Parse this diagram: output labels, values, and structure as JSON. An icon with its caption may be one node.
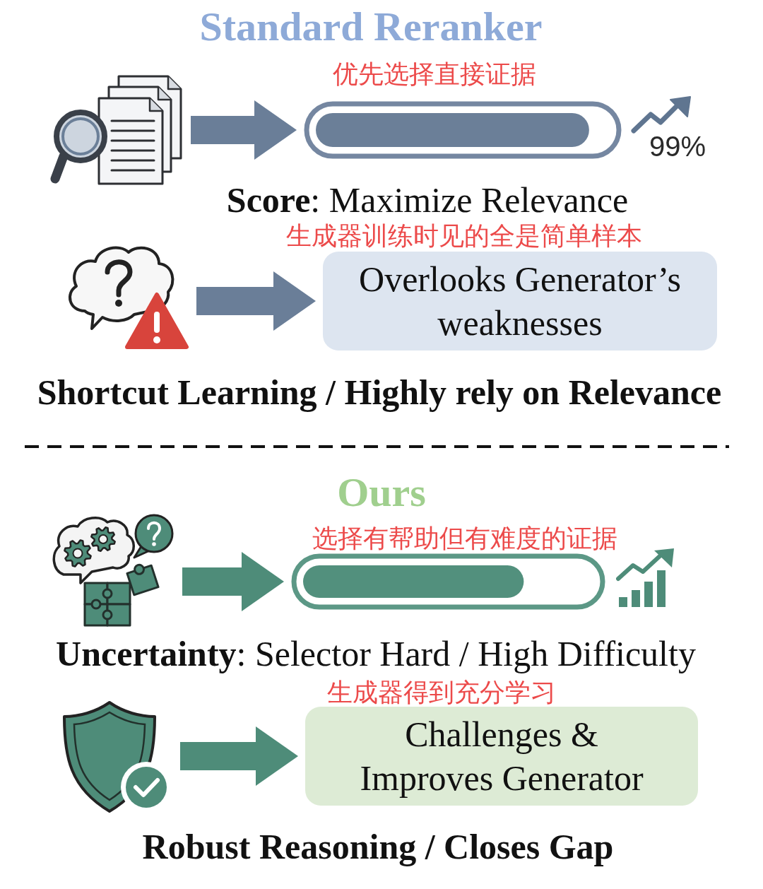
{
  "diagram": {
    "nodes": [
      {
        "text": [],
        "shape": "picture"
      },
      {
        "text": [],
        "shape": "bar",
        "beside": [
          "优先选择直接证据",
          "99%"
        ]
      },
      {
        "text": [],
        "shape": "picture"
      },
      {
        "text": [
          "Overlooks Generator’s weaknesses"
        ],
        "beside": [
          "生成器训练时见的全是简单样本"
        ]
      },
      {
        "text": [],
        "shape": "picture"
      },
      {
        "text": [],
        "shape": "bar",
        "beside": [
          "选择有帮助但有难度的证据"
        ]
      },
      {
        "text": [],
        "shape": "picture"
      },
      {
        "text": [
          "Challenges & Improves Generator"
        ],
        "beside": [
          "生成器得到充分学习"
        ]
      }
    ],
    "edges": [
      {
        "from": 0,
        "to": 1,
        "arrow": "to",
        "color": "#6a7e98"
      },
      {
        "from": 2,
        "to": 3,
        "arrow": "to",
        "color": "#6a7e98"
      },
      {
        "from": 4,
        "to": 5,
        "arrow": "to",
        "color": "#4e8c79"
      },
      {
        "from": 6,
        "to": 7,
        "arrow": "to",
        "color": "#4e8c79"
      }
    ],
    "labels": [
      "Standard Reranker",
      "**Score**: Maximize Relevance",
      "Shortcut Learning / Highly rely on Relevance",
      "Ours",
      "**Uncertainty**: Selector Hard / High Difficulty",
      "Robust Reasoning / Closes Gap"
    ]
  }
}
